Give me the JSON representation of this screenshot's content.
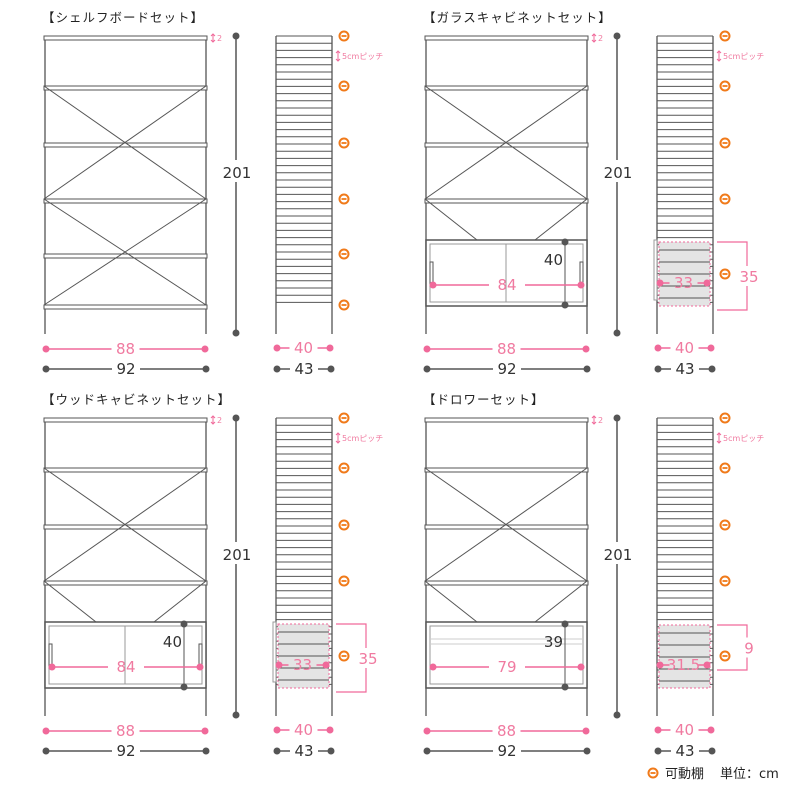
{
  "colors": {
    "frame": "#555555",
    "pink": "#f0699a",
    "orange": "#f07a1a",
    "gray": "#555555",
    "shade": "#e4e4e4"
  },
  "panels": [
    {
      "title": "【シェルフボードセット】",
      "top_gap": "2",
      "height": "201",
      "pitch": "5cmピッチ",
      "inner_width": "88",
      "outer_width": "92",
      "inner_depth": "40",
      "outer_depth": "43",
      "cabinet": null
    },
    {
      "title": "【ガラスキャビネットセット】",
      "top_gap": "2",
      "height": "201",
      "pitch": "5cmピッチ",
      "inner_width": "88",
      "outer_width": "92",
      "inner_depth": "40",
      "outer_depth": "43",
      "cabinet": {
        "type": "glass",
        "height": "40",
        "width": "84",
        "depth": "33",
        "side_height": "35"
      }
    },
    {
      "title": "【ウッドキャビネットセット】",
      "top_gap": "2",
      "height": "201",
      "pitch": "5cmピッチ",
      "inner_width": "88",
      "outer_width": "92",
      "inner_depth": "40",
      "outer_depth": "43",
      "cabinet": {
        "type": "wood",
        "height": "40",
        "width": "84",
        "depth": "33",
        "side_height": "35"
      }
    },
    {
      "title": "【ドロワーセット】",
      "top_gap": "2",
      "height": "201",
      "pitch": "5cmピッチ",
      "inner_width": "88",
      "outer_width": "92",
      "inner_depth": "40",
      "outer_depth": "43",
      "cabinet": {
        "type": "drawer",
        "height": "39",
        "width": "79",
        "depth": "31.5",
        "side_height": "9"
      }
    }
  ],
  "legend": {
    "icon": "movable-shelf-icon",
    "label": "可動棚",
    "unit": "単位：cm"
  }
}
